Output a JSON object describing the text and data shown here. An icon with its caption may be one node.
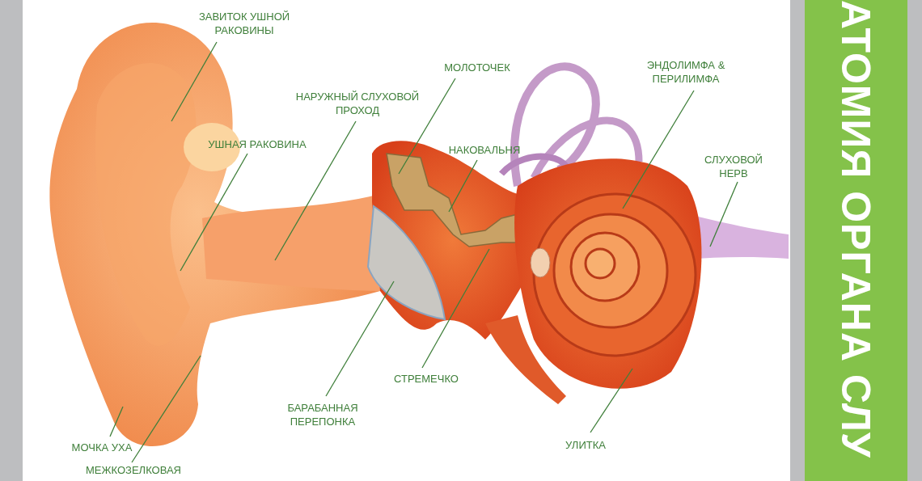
{
  "diagram": {
    "title": "АТОМИЯ ОРГАНА СЛУ",
    "nodes": [
      {
        "text": [
          "ЗАВИТОК УШНОЙ РАКОВИНЫ"
        ]
      },
      {
        "text": [
          "УШНАЯ РАКОВИНА"
        ]
      },
      {
        "text": [
          "НАРУЖНЫЙ СЛУХОВОЙ ПРОХОД"
        ]
      },
      {
        "text": [
          "МОЛОТОЧЕК"
        ]
      },
      {
        "text": [
          "НАКОВАЛЬНЯ"
        ]
      },
      {
        "text": [
          "ЭНДОЛИМФА & ПЕРИЛИМФА"
        ]
      },
      {
        "text": [
          "СЛУХОВОЙ НЕРВ"
        ]
      },
      {
        "text": [
          "СТРЕМЕЧКО"
        ]
      },
      {
        "text": [
          "БАРАБАННАЯ ПЕРЕПОНКА"
        ]
      },
      {
        "text": [
          "УЛИТКА"
        ]
      },
      {
        "text": [
          "МОЧКА УХА"
        ]
      },
      {
        "text": [
          "МЕЖКОЗЕЛКОВАЯ"
        ]
      }
    ],
    "edges": [
      {
        "from": 0,
        "to": null,
        "arrow": "none"
      },
      {
        "from": 1,
        "to": null,
        "arrow": "none"
      },
      {
        "from": 2,
        "to": null,
        "arrow": "none"
      },
      {
        "from": 3,
        "to": null,
        "arrow": "none"
      },
      {
        "from": 4,
        "to": null,
        "arrow": "none"
      },
      {
        "from": 5,
        "to": null,
        "arrow": "none"
      },
      {
        "from": 6,
        "to": null,
        "arrow": "none"
      },
      {
        "from": 7,
        "to": null,
        "arrow": "none"
      },
      {
        "from": 8,
        "to": null,
        "arrow": "none"
      },
      {
        "from": 9,
        "to": null,
        "arrow": "none"
      },
      {
        "from": 10,
        "to": null,
        "arrow": "none"
      },
      {
        "from": 11,
        "to": null,
        "arrow": "none"
      }
    ]
  }
}
